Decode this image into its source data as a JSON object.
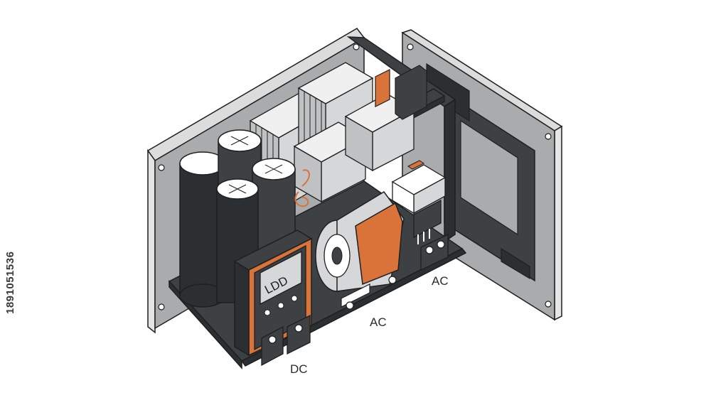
{
  "labels": {
    "display": "LDD",
    "dc_terminal": "DC",
    "ac_motor": "AC",
    "ac_terminal": "AC"
  },
  "stock_id": "1891051536",
  "colors": {
    "outline": "#1e1f20",
    "dark": "#3d4143",
    "darker": "#2c2f31",
    "panel_gray": "#a9abad",
    "light_gray": "#d6d7d8",
    "white": "#ffffff",
    "accent": "#d9733a"
  }
}
